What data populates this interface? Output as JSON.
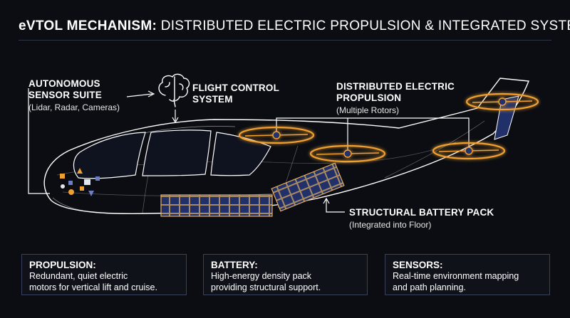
{
  "title": {
    "bold": "eVTOL MECHANISM:",
    "rest": " DISTRIBUTED ELECTRIC PROPULSION & INTEGRATED SYSTEMS"
  },
  "labels": {
    "sensor": {
      "heading_1": "AUTONOMOUS",
      "heading_2": "SENSOR SUITE",
      "detail": "(Lidar, Radar, Cameras)"
    },
    "fcs": {
      "heading_1": "FLIGHT CONTROL",
      "heading_2": "SYSTEM"
    },
    "propulsion": {
      "heading_1": "DISTRIBUTED ELECTRIC",
      "heading_2": "PROPULSION",
      "detail": "(Multiple Rotors)"
    },
    "battery": {
      "heading": "STRUCTURAL BATTERY PACK",
      "detail": "(Integrated into Floor)"
    }
  },
  "cards": [
    {
      "title": "PROPULSION:",
      "line_1": "Redundant, quiet electric",
      "line_2": "motors for vertical lift and cruise."
    },
    {
      "title": "BATTERY:",
      "line_1": "High-energy density pack",
      "line_2": "providing structural support."
    },
    {
      "title": "SENSORS:",
      "line_1": "Real-time environment mapping",
      "line_2": "and path planning."
    }
  ],
  "colors": {
    "background": "#0b0d12",
    "accent_orange": "#f0a030",
    "panel_blue": "#22306a",
    "line_white": "#ffffff",
    "card_border": "#39415a"
  },
  "icons": [
    "brain-icon",
    "rotor-icon"
  ]
}
